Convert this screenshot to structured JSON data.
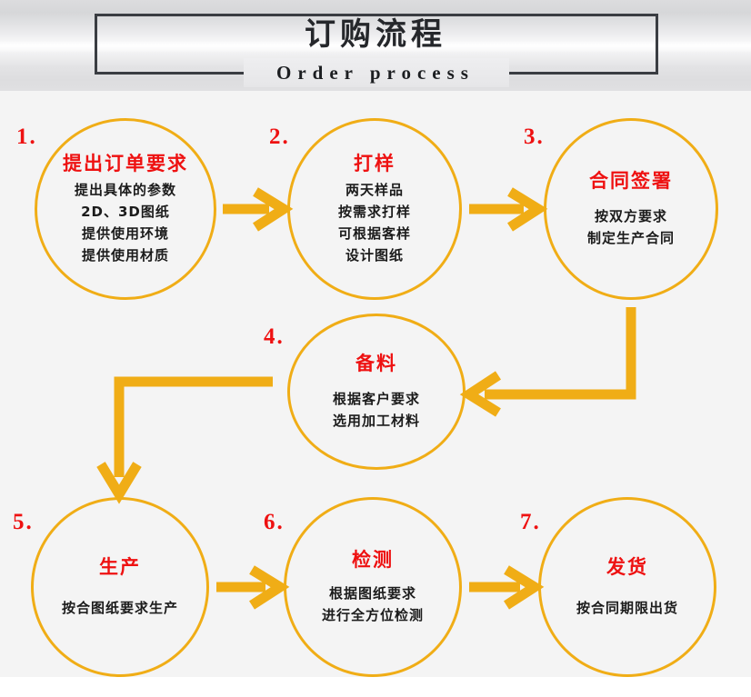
{
  "header": {
    "title_cn": "订购流程",
    "title_en": "Order process",
    "accent_color": "#f0ad16",
    "title_color": "#ee1111",
    "frame_color": "#3a3d42"
  },
  "flow": {
    "nodes": [
      {
        "badge": "1.",
        "title": "提出订单要求",
        "lines": [
          "提出具体的参数",
          "2D、3D图纸",
          "提供使用环境",
          "提供使用材质"
        ]
      },
      {
        "badge": "2.",
        "title": "打样",
        "lines": [
          "两天样品",
          "按需求打样",
          "可根据客样",
          "设计图纸"
        ]
      },
      {
        "badge": "3.",
        "title": "合同签署",
        "lines": [
          "按双方要求",
          "制定生产合同"
        ]
      },
      {
        "badge": "4.",
        "title": "备料",
        "lines": [
          "根据客户要求",
          "选用加工材料"
        ]
      },
      {
        "badge": "5.",
        "title": "生产",
        "lines": [
          "按合图纸要求生产"
        ]
      },
      {
        "badge": "6.",
        "title": "检测",
        "lines": [
          "根据图纸要求",
          "进行全方位检测"
        ]
      },
      {
        "badge": "7.",
        "title": "发货",
        "lines": [
          "按合同期限出货"
        ]
      }
    ],
    "connectors": [
      {
        "name": "arrow-1-to-2",
        "direction": "right"
      },
      {
        "name": "arrow-2-to-3",
        "direction": "right"
      },
      {
        "name": "arrow-3-to-4",
        "direction": "elbow-down-left"
      },
      {
        "name": "arrow-4-to-5",
        "direction": "elbow-left-down"
      },
      {
        "name": "arrow-5-to-6",
        "direction": "right"
      },
      {
        "name": "arrow-6-to-7",
        "direction": "right"
      }
    ]
  }
}
